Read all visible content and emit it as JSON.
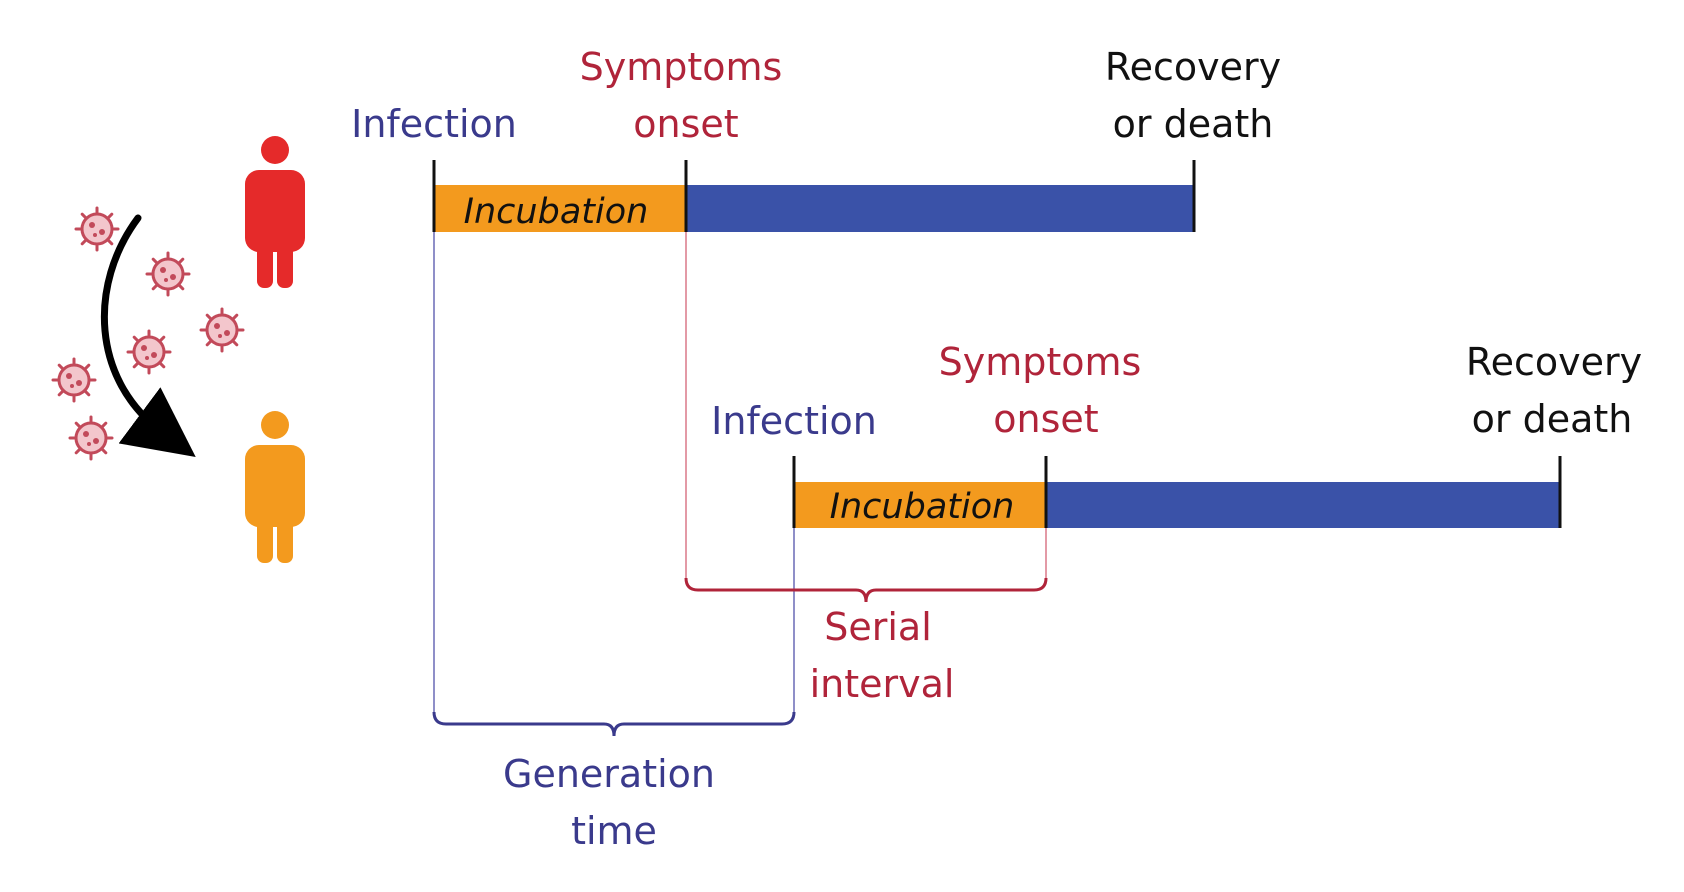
{
  "colors": {
    "infection": "#3a3a8c",
    "symptoms": "#b0243a",
    "neutral": "#111111",
    "incubation_bar": "#f39a1e",
    "disease_bar": "#3a52a8",
    "person_infector": "#e52a2a",
    "person_infectee": "#f39a1e",
    "virus": "#c24a5a"
  },
  "icons": {
    "infector": "person-icon",
    "infectee": "person-icon",
    "virus": "virus-icon",
    "transmission": "curved-arrow-icon"
  },
  "timeline_primary": {
    "infection_label": "Infection",
    "symptoms_label_line1": "Symptoms",
    "symptoms_label_line2": "onset",
    "incubation_label": "Incubation",
    "end_label_line1": "Recovery",
    "end_label_line2": "or death"
  },
  "timeline_secondary": {
    "infection_label": "Infection",
    "symptoms_label_line1": "Symptoms",
    "symptoms_label_line2": "onset",
    "incubation_label": "Incubation",
    "end_label_line1": "Recovery",
    "end_label_line2": "or death"
  },
  "intervals": {
    "serial_line1": "Serial",
    "serial_line2": "interval",
    "generation_line1": "Generation",
    "generation_line2": "time"
  }
}
